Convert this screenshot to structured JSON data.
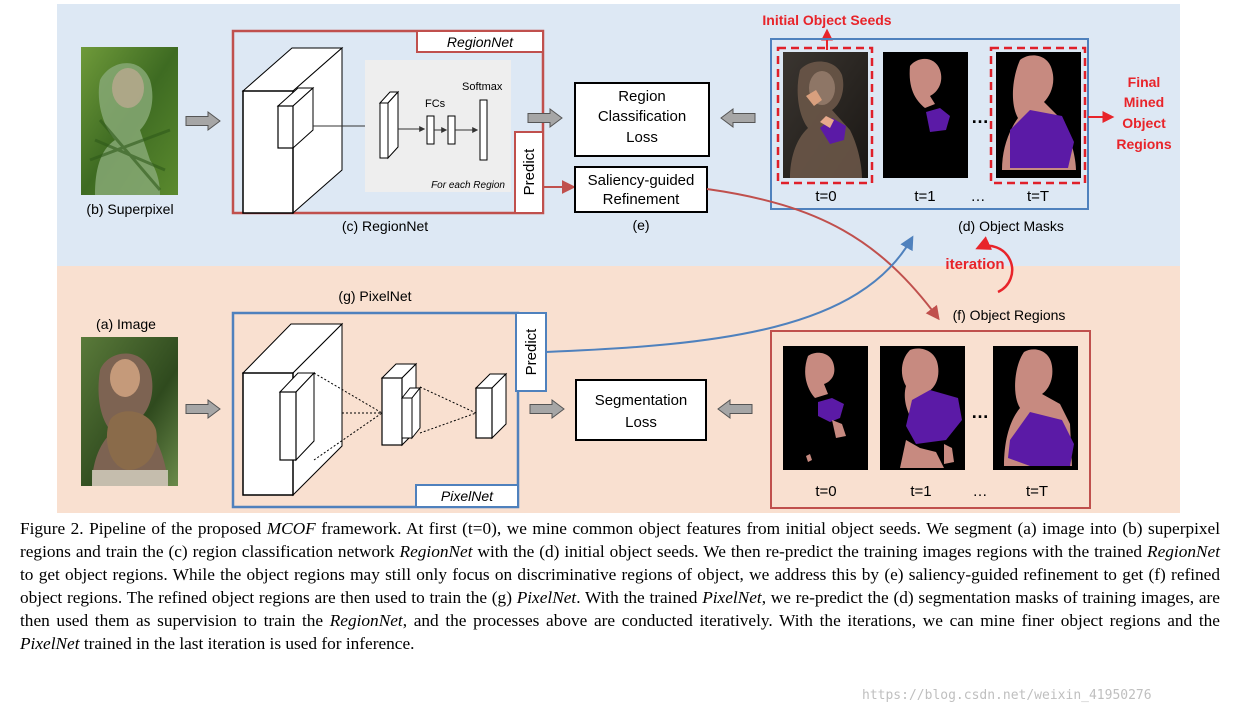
{
  "labels": {
    "superpixel": "(b) Superpixel",
    "regionnet_caption": "(c) RegionNet",
    "regionnet_box": "RegionNet",
    "fcs": "FCs",
    "softmax": "Softmax",
    "for_each_region": "For each Region",
    "predict_top": "Predict",
    "region_loss_1": "Region",
    "region_loss_2": "Classification",
    "region_loss_3": "Loss",
    "saliency_1": "Saliency-guided",
    "saliency_2": "Refinement",
    "saliency_e": "(e)",
    "initial_seeds": "Initial Object Seeds",
    "final_1": "Final",
    "final_2": "Mined",
    "final_3": "Object",
    "final_4": "Regions",
    "object_masks": "(d) Object Masks",
    "iteration": "iteration",
    "image": "(a) Image",
    "pixelnet_caption": "(g) PixelNet",
    "pixelnet_box": "PixelNet",
    "predict_bottom": "Predict",
    "seg_loss_1": "Segmentation",
    "seg_loss_2": "Loss",
    "object_regions": "(f) Object Regions",
    "t0": "t=0",
    "t1": "t=1",
    "tT": "t=T",
    "dots": "…"
  },
  "colors": {
    "top_band": "#dde8f4",
    "bottom_band": "#f9e0d0",
    "red": "#c0504d",
    "blue": "#4f81bd",
    "dashed_red": "#e0202a",
    "annotation_red": "#e8242a",
    "mask_pink": "#c78a80",
    "mask_purple": "#5b1aa6"
  },
  "caption": {
    "s01": "Figure 2. Pipeline of the proposed ",
    "s02": "MCOF",
    "s03": " framework. At first (t=0), we mine common object features from initial object seeds. We segment (a) image into (b) superpixel regions and train the (c) region classification network ",
    "s04": "RegionNet",
    "s05": " with the (d) initial object seeds. We then re-predict the training images regions with the trained ",
    "s06": "RegionNet",
    "s07": " to get object regions. While the object regions may still only focus on discriminative regions of object, we address this by (e) saliency-guided refinement to get (f) refined object regions. The refined object regions are then used to train the (g) ",
    "s08": "PixelNet",
    "s09": ". With the trained ",
    "s10": "PixelNet",
    "s11": ", we re-predict the (d) segmentation masks of training images, are then used them as supervision to train the ",
    "s12": "RegionNet",
    "s13": ", and the processes above are conducted iteratively. With the iterations, we can mine finer object regions and the ",
    "s14": "PixelNet",
    "s15": " trained in the last iteration is used for inference."
  },
  "watermark": "https://blog.csdn.net/weixin_41950276"
}
